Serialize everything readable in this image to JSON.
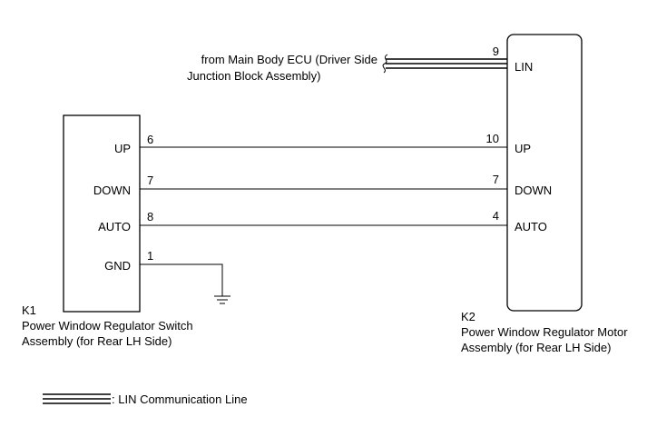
{
  "source": {
    "line1": "from Main Body ECU (Driver Side",
    "line2": "Junction Block Assembly)"
  },
  "k1": {
    "code": "K1",
    "name_line1": "Power Window Regulator Switch",
    "name_line2": "Assembly (for Rear LH Side)",
    "pins": [
      {
        "label": "UP",
        "pin": "6"
      },
      {
        "label": "DOWN",
        "pin": "7"
      },
      {
        "label": "AUTO",
        "pin": "8"
      },
      {
        "label": "GND",
        "pin": "1"
      }
    ]
  },
  "k2": {
    "code": "K2",
    "name_line1": "Power Window Regulator Motor",
    "name_line2": "Assembly (for Rear LH Side)",
    "pins": [
      {
        "label": "LIN",
        "pin": "9"
      },
      {
        "label": "UP",
        "pin": "10"
      },
      {
        "label": "DOWN",
        "pin": "7"
      },
      {
        "label": "AUTO",
        "pin": "4"
      }
    ]
  },
  "legend": {
    "label": ": LIN Communication Line"
  }
}
